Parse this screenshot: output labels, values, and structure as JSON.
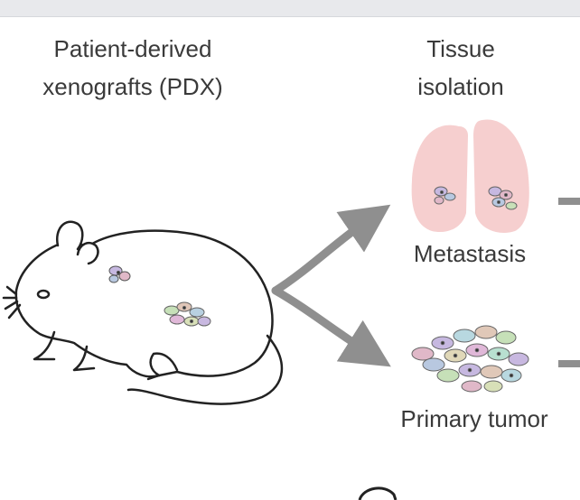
{
  "labels": {
    "pdx_line1": "Patient-derived",
    "pdx_line2": "xenografts (PDX)",
    "tissue_line1": "Tissue",
    "tissue_line2": "isolation",
    "metastasis": "Metastasis",
    "primary_tumor": "Primary tumor"
  },
  "colors": {
    "lung": "#f6cfcf",
    "tumor_patch": "#f4c4c4",
    "arrow": "#8f8f8f",
    "outline": "#222222",
    "text": "#3a3a3a"
  }
}
